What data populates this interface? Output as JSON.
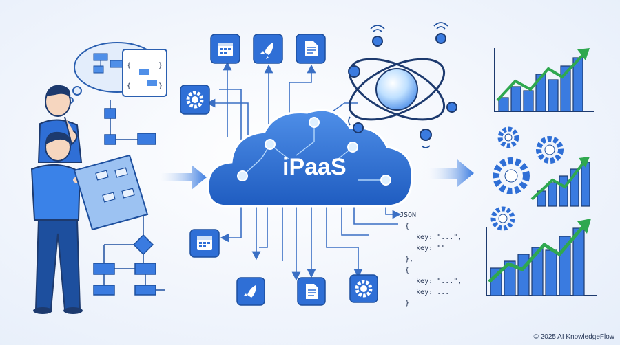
{
  "hub": {
    "label": "iPaaS"
  },
  "json_snippet": {
    "lines": [
      "JSON",
      "{",
      "  key: \"...\",",
      "  key: \"\"",
      "},",
      "{",
      "  key: \"...\",",
      "  key: ...",
      "}"
    ]
  },
  "footer": {
    "copyright": "© 2025 AI KnowledgeFlow"
  },
  "colors": {
    "primary": "#2f6fd6",
    "dark": "#1d4f9e",
    "light": "#cfe0f7",
    "accent_green": "#2fa84f"
  },
  "icons": {
    "top": [
      "calendar-icon",
      "rocket-icon",
      "document-icon"
    ],
    "left": [
      "gear-icon"
    ],
    "bottom": [
      "calendar-icon",
      "rocket-icon",
      "document-icon",
      "gear-icon"
    ]
  }
}
